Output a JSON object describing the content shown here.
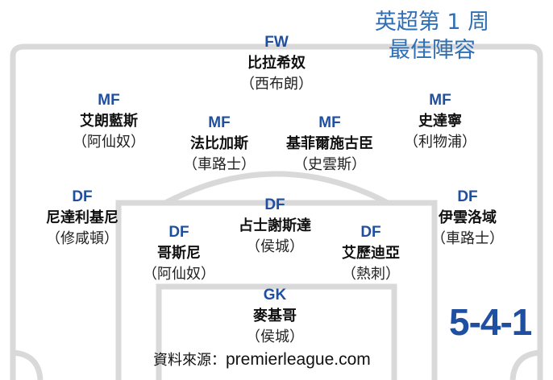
{
  "title": [
    "英超第 1 周",
    "最佳陣容"
  ],
  "formation": "5-4-1",
  "source": {
    "label": "資料來源：",
    "url": "premierleague.com"
  },
  "colors": {
    "accent": "#1f4fa0",
    "title": "#2f6fb6",
    "pitch_lines": "#d9d9d9"
  },
  "players": {
    "fw": {
      "pos": "FW",
      "name": "比拉希奴",
      "club": "（西布朗）"
    },
    "mf1": {
      "pos": "MF",
      "name": "艾朗藍斯",
      "club": "（阿仙奴）"
    },
    "mf2": {
      "pos": "MF",
      "name": "法比加斯",
      "club": "（車路士）"
    },
    "mf3": {
      "pos": "MF",
      "name": "基菲爾施古臣",
      "club": "（史雲斯）"
    },
    "mf4": {
      "pos": "MF",
      "name": "史達寧",
      "club": "（利物浦）"
    },
    "df1": {
      "pos": "DF",
      "name": "尼達利基尼",
      "club": "（修咸頓）"
    },
    "df2": {
      "pos": "DF",
      "name": "哥斯尼",
      "club": "（阿仙奴）"
    },
    "df3": {
      "pos": "DF",
      "name": "占士謝斯達",
      "club": "（侯城）"
    },
    "df4": {
      "pos": "DF",
      "name": "艾歷迪亞",
      "club": "（熱刺）"
    },
    "df5": {
      "pos": "DF",
      "name": "伊雲洛域",
      "club": "（車路士）"
    },
    "gk": {
      "pos": "GK",
      "name": "麥基哥",
      "club": "（侯城）"
    }
  }
}
